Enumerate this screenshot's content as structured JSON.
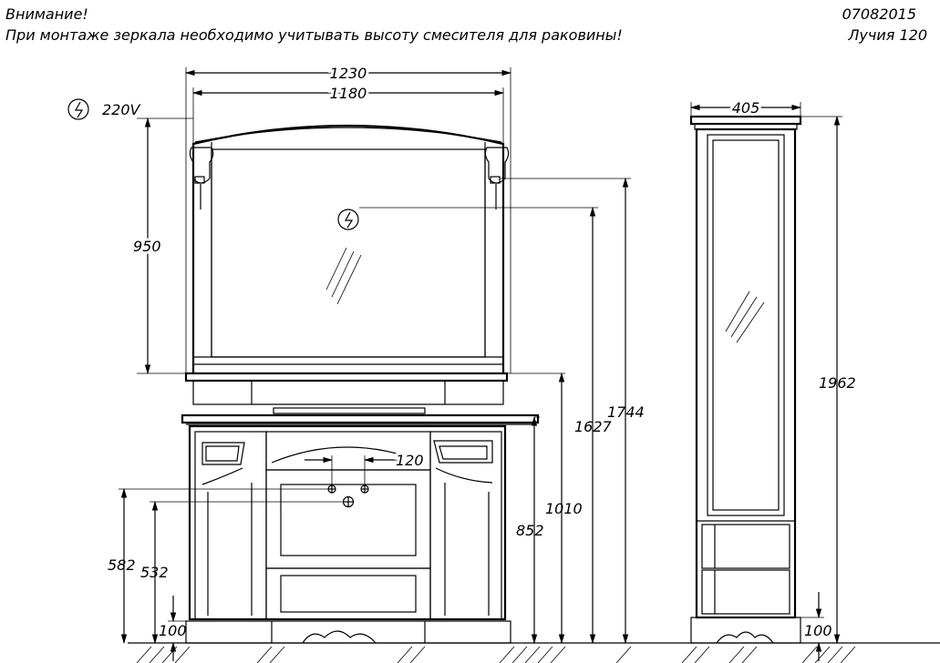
{
  "header": {
    "warning_title": "Внимание!",
    "warning_text": "При монтаже зеркала необходимо учитывать высоту смесителя для раковины!",
    "code": "07082015",
    "model": "Лучия   120"
  },
  "labels": {
    "power": "220V"
  },
  "dimensions": {
    "width_total": "1230",
    "width_mirror": "1180",
    "mirror_height": "950",
    "socket_height": "1627",
    "lamp_height": "1744",
    "cabinet_top": "1010",
    "sink_height": "852",
    "drain_height": "532",
    "water_height": "582",
    "pipe_spacing": "120",
    "plinth_left": "100",
    "column_width": "405",
    "column_height": "1962",
    "plinth_right": "100"
  }
}
